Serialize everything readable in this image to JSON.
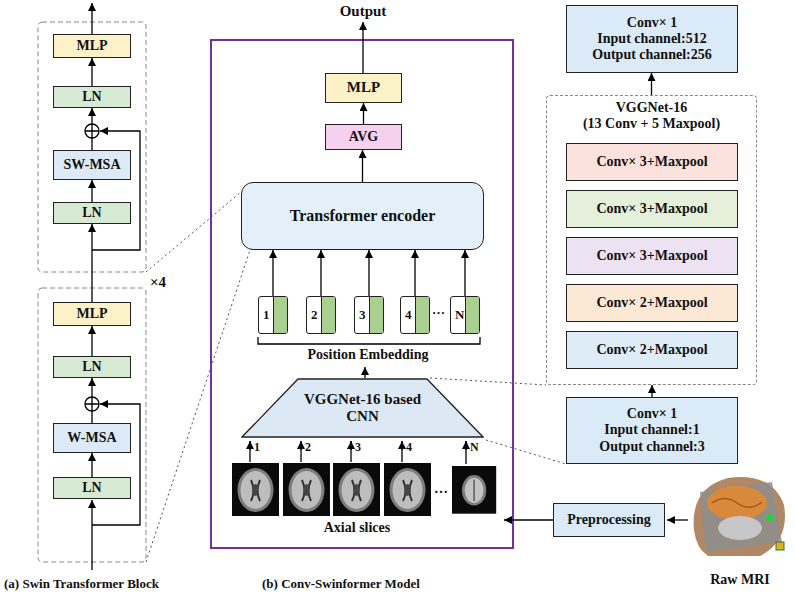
{
  "diagram": {
    "nodes": [
      {
        "text": [
          "MLP"
        ]
      },
      {
        "text": [
          "LN"
        ]
      },
      {
        "text": [
          "SW-MSA"
        ]
      },
      {
        "text": [
          "LN"
        ]
      },
      {
        "text": [
          "MLP"
        ]
      },
      {
        "text": [
          "LN"
        ]
      },
      {
        "text": [
          "W-MSA"
        ]
      },
      {
        "text": [
          "LN"
        ]
      },
      {
        "text": [
          "MLP"
        ]
      },
      {
        "text": [
          "AVG"
        ]
      },
      {
        "text": [
          "Transformer encoder"
        ]
      },
      {
        "text": [
          "1"
        ]
      },
      {
        "text": [
          "2"
        ]
      },
      {
        "text": [
          "3"
        ]
      },
      {
        "text": [
          "4"
        ]
      },
      {
        "text": [
          "N"
        ]
      },
      {
        "text": [
          "VGGNet-16 based CNN"
        ]
      },
      {
        "text": [
          "Conv× 1",
          "Input channel:512",
          "Output channel:256"
        ]
      },
      {
        "text": [
          "VGGNet-16",
          "(13 Conv + 5 Maxpool)"
        ]
      },
      {
        "text": [
          "Conv× 3+Maxpool"
        ],
        "in": 18
      },
      {
        "text": [
          "Conv× 3+Maxpool"
        ],
        "in": 18
      },
      {
        "text": [
          "Conv× 3+Maxpool"
        ],
        "in": 18
      },
      {
        "text": [
          "Conv× 2+Maxpool"
        ],
        "in": 18
      },
      {
        "text": [
          "Conv× 2+Maxpool"
        ],
        "in": 18
      },
      {
        "text": [
          "Conv× 1",
          "Input channel:1",
          "Output channel:3"
        ]
      },
      {
        "text": [
          "Preprocessing"
        ]
      }
    ],
    "edges": [
      {
        "from": 7,
        "to": 6,
        "arrow": "to"
      },
      {
        "from": 6,
        "to": 5,
        "arrow": "to"
      },
      {
        "from": 5,
        "to": 4,
        "arrow": "to"
      },
      {
        "from": 4,
        "to": 3,
        "arrow": "to"
      },
      {
        "from": 3,
        "to": 2,
        "arrow": "to"
      },
      {
        "from": 2,
        "to": 1,
        "arrow": "to"
      },
      {
        "from": 1,
        "to": 0,
        "arrow": "to"
      },
      {
        "from": 9,
        "to": 8,
        "arrow": "to"
      },
      {
        "from": 10,
        "to": 9,
        "arrow": "to"
      },
      {
        "from": 11,
        "to": 10,
        "arrow": "to"
      },
      {
        "from": 12,
        "to": 10,
        "arrow": "to"
      },
      {
        "from": 13,
        "to": 10,
        "arrow": "to"
      },
      {
        "from": 14,
        "to": 10,
        "arrow": "to"
      },
      {
        "from": 15,
        "to": 10,
        "arrow": "to"
      },
      {
        "from": 18,
        "to": 17,
        "arrow": "to"
      },
      {
        "from": 24,
        "to": 18,
        "arrow": "to"
      }
    ],
    "labels": [
      "Output",
      "×4",
      "…",
      "Position Embedding",
      "1",
      "2",
      "3",
      "4",
      "N",
      "…",
      "Axial slices",
      "Raw MRI",
      "(a) Swin Transformer Block",
      "(b) Conv-Swinformer Model"
    ]
  }
}
